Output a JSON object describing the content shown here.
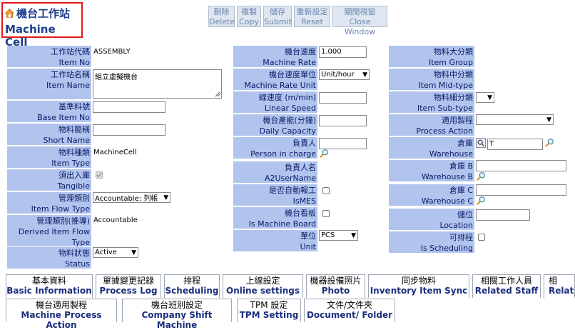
{
  "header": {
    "title_zh": "機台工作站",
    "title_en": "Machine Cell"
  },
  "toolbar": {
    "delete": [
      "刪除",
      "Delete"
    ],
    "copy": [
      "複製",
      "Copy"
    ],
    "submit": [
      "儲存",
      "Submit"
    ],
    "reset": [
      "重新設定",
      "Reset"
    ],
    "close": [
      "關閉視窗",
      "Close Window"
    ]
  },
  "col1": {
    "item_no": {
      "zh": "工作站代碼",
      "en": "Item No",
      "value": "ASSEMBLY"
    },
    "item_name": {
      "zh": "工作站名稱",
      "en": "Item Name",
      "value": "組立虛擬機台"
    },
    "base_item_no": {
      "zh": "基準料號",
      "en": "Base Item No",
      "value": ""
    },
    "short_name": {
      "zh": "物料簡稱",
      "en": "Short Name",
      "value": ""
    },
    "item_type": {
      "zh": "物料種類",
      "en": "Item Type",
      "value": "MachineCell"
    },
    "tangible": {
      "zh": "須出入庫",
      "en": "Tangible"
    },
    "item_flow_type": {
      "zh": "管理類別",
      "en": "Item Flow Type",
      "value": "Accountable: 列帳"
    },
    "derived_flow_type": {
      "zh": "管理類別(推導)",
      "en1": "Derived Item Flow",
      "en2": "Type",
      "value": "Accountable"
    },
    "status": {
      "zh": "物料狀態",
      "en": "Status",
      "value": "Active"
    }
  },
  "col2": {
    "machine_rate": {
      "zh": "機台速度",
      "en": "Machine Rate",
      "value": "1.000"
    },
    "machine_rate_unit": {
      "zh": "機台速度單位",
      "en": "Machine Rate Unit",
      "value": "Unit/hour"
    },
    "linear_speed": {
      "zh": "線速度 (m/min)",
      "en": "Linear Speed",
      "value": ""
    },
    "daily_capacity": {
      "zh": "機台產能(分鐘)",
      "en": "Daily Capacity",
      "value": ""
    },
    "person_in_charge": {
      "zh": "負責人",
      "en": "Person in charge",
      "value": ""
    },
    "a2username": {
      "zh": "負責人名",
      "en": "A2UserName"
    },
    "ismes": {
      "zh": "是否自動報工",
      "en": "IsMES"
    },
    "machine_board": {
      "zh": "機台看板",
      "en": "Is Machine Board"
    },
    "unit": {
      "zh": "單位",
      "en": "Unit",
      "value": "PCS"
    }
  },
  "col3": {
    "item_group": {
      "zh": "物料大分類",
      "en": "Item Group"
    },
    "item_mid_type": {
      "zh": "物料中分類",
      "en": "Item Mid-type"
    },
    "item_sub_type": {
      "zh": "物料細分類",
      "en": "Item Sub-type",
      "value": ""
    },
    "process_action": {
      "zh": "適用製程",
      "en": "Process Action",
      "value": ""
    },
    "warehouse": {
      "zh": "倉庫",
      "en": "Warehouse",
      "value": "T"
    },
    "warehouse_b": {
      "zh": "倉庫 B",
      "en": "Warehouse B",
      "value": ""
    },
    "warehouse_c": {
      "zh": "倉庫 C",
      "en": "Warehouse C",
      "value": ""
    },
    "location": {
      "zh": "儲位",
      "en": "Location",
      "value": ""
    },
    "is_scheduling": {
      "zh": "可排程",
      "en": "Is Scheduling"
    }
  },
  "tabs_row1": [
    {
      "zh": "基本資料",
      "en": "Basic Information"
    },
    {
      "zh": "單據變更記錄",
      "en": "Process Log"
    },
    {
      "zh": "排程",
      "en": "Scheduling"
    },
    {
      "zh": "上線設定",
      "en": "Online settings"
    },
    {
      "zh": "機器設備照片",
      "en": "Photo"
    },
    {
      "zh": "同步物料",
      "en": "Inventory Item Sync"
    },
    {
      "zh": "相關工作人員",
      "en": "Related Staff"
    },
    {
      "zh": "相",
      "en": "Relate"
    }
  ],
  "tabs_row2": [
    {
      "zh": "機台適用製程",
      "en": "Machine Process Action"
    },
    {
      "zh": "機台班別設定",
      "en": "Company Shift Machine"
    },
    {
      "zh": "TPM 設定",
      "en": "TPM Setting"
    },
    {
      "zh": "文件/文件夾",
      "en": "Document/ Folder"
    }
  ]
}
